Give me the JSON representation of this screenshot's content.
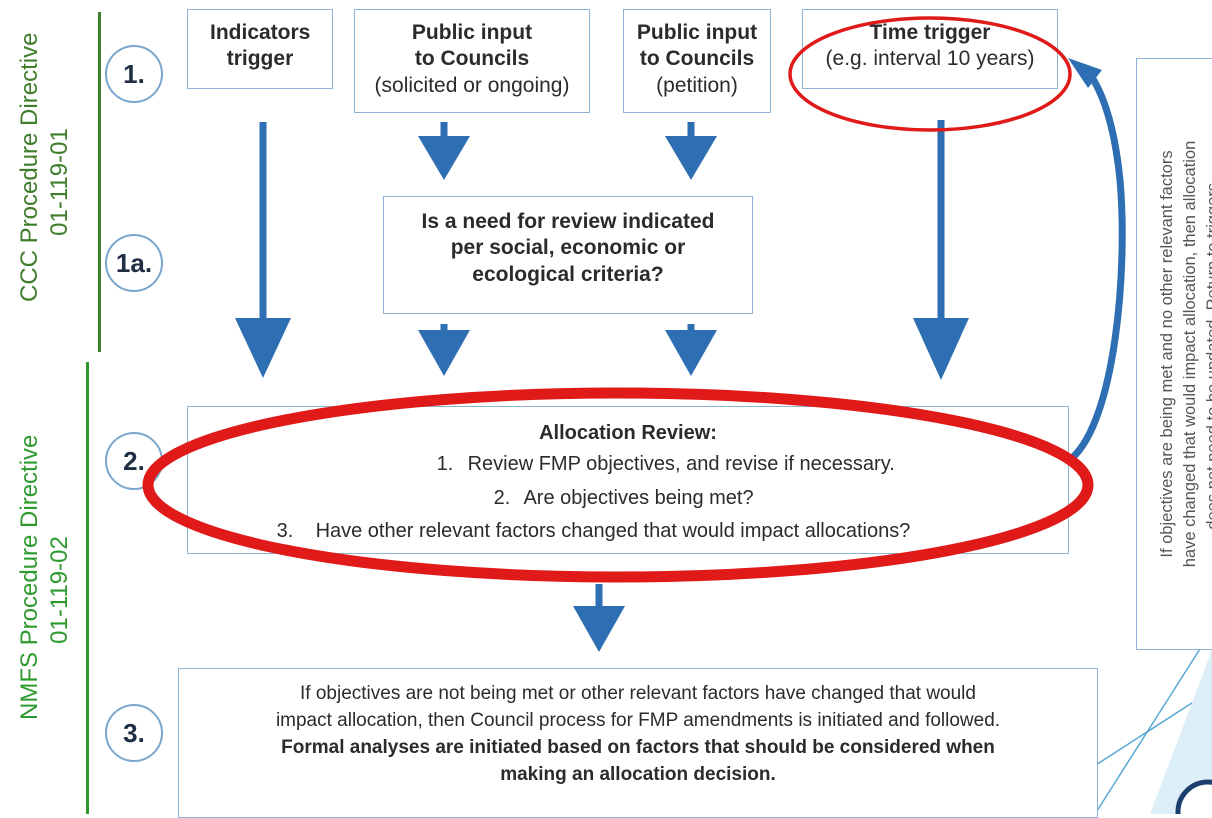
{
  "directives": {
    "ccc": {
      "line1": "CCC Procedure Directive",
      "line2": "01-119-01"
    },
    "nmfs": {
      "line1": "NMFS Procedure Directive",
      "line2": "01-119-02"
    }
  },
  "steps": {
    "s1": "1.",
    "s1a": "1a.",
    "s2": "2.",
    "s3": "3."
  },
  "triggers": {
    "indicators": {
      "title": "Indicators trigger"
    },
    "public_solicited": {
      "title": "Public input",
      "title2": "to Councils",
      "sub": "(solicited or ongoing)"
    },
    "public_petition": {
      "title": "Public input",
      "title2": "to Councils",
      "sub": "(petition)"
    },
    "time": {
      "title": "Time trigger",
      "sub": "(e.g. interval 10 years)"
    }
  },
  "review_need": {
    "line1": "Is a need for review indicated",
    "line2": "per social, economic or",
    "line3": "ecological criteria?"
  },
  "allocation_review": {
    "title": "Allocation Review:",
    "items": [
      {
        "num": "1.",
        "text": "Review FMP objectives, and revise if necessary."
      },
      {
        "num": "2.",
        "text": "Are objectives being met?"
      },
      {
        "num": "3.",
        "text": "Have other relevant factors changed that would impact allocations?"
      }
    ]
  },
  "outcome": {
    "line1": "If objectives are not being met or other relevant factors have changed that would",
    "line2": "impact allocation, then Council process for FMP amendments is initiated and followed.",
    "bold1": "Formal analyses are initiated based on factors that should be considered when",
    "bold2": "making an allocation decision."
  },
  "side_note": {
    "line1": "If objectives are being met and no other relevant factors",
    "line2": "have changed that would impact allocation, then allocation",
    "line3": "does not need to be updated. Return to triggers."
  },
  "colors": {
    "ccc_green": "#3f7d2a",
    "nmfs_green": "#2e9a2e",
    "arrow_blue": "#2e6fb4",
    "box_border": "#8fb3d6",
    "highlight_red": "#e01919"
  }
}
